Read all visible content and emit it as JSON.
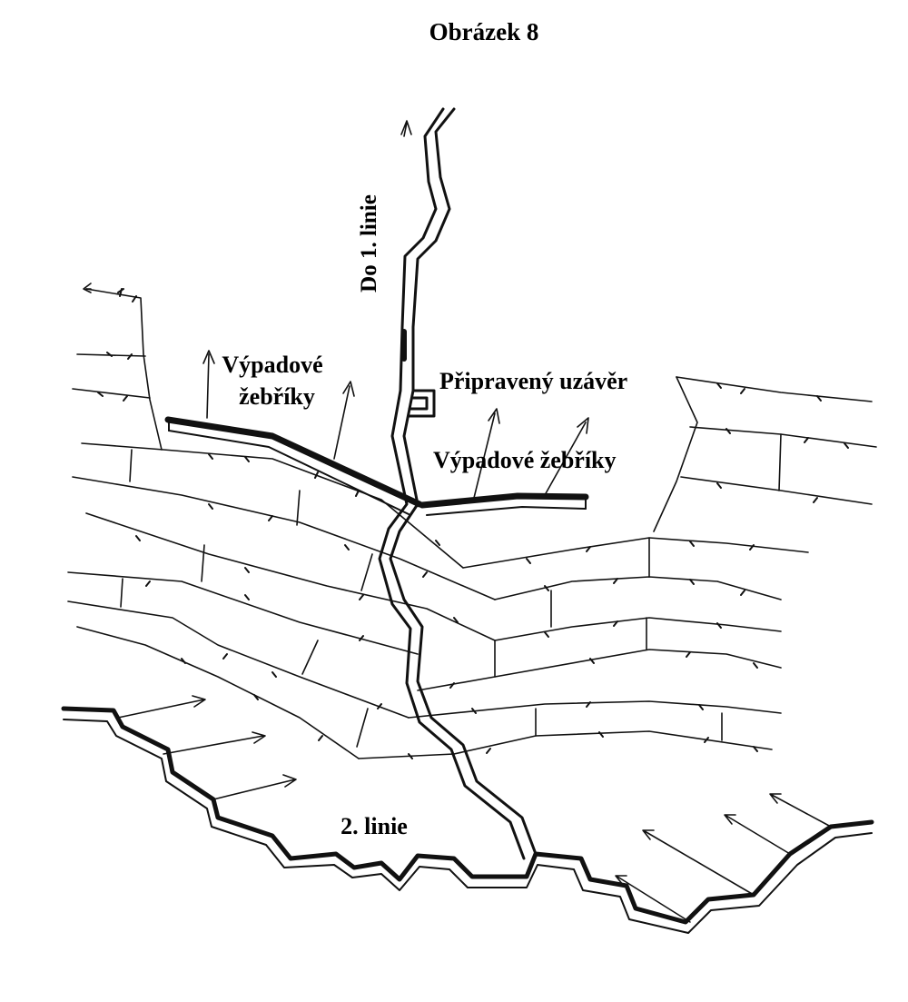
{
  "figure": {
    "title": "Obrázek 8",
    "ink_color": "#111111",
    "background_color": "#ffffff"
  },
  "labels": {
    "to_first_line": "Do 1. linie",
    "sally_ladders_left_line1": "Výpadové",
    "sally_ladders_left_line2": "žebříky",
    "prepared_barrier": "Připravený uzávěr",
    "sally_ladders_right": "Výpadové žebříky",
    "second_line": "2. linie"
  }
}
